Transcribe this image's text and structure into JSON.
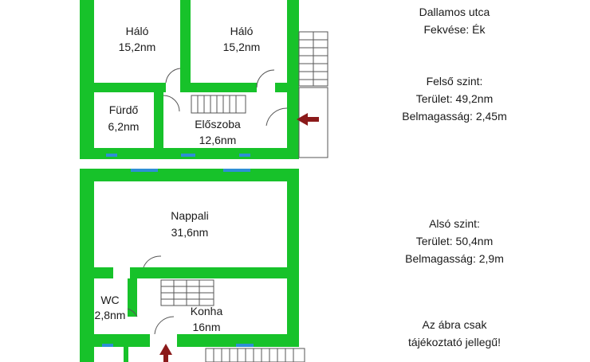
{
  "colors": {
    "wall": "#17c22a",
    "window": "#2e8fd6",
    "arrow": "#8b1a1a",
    "text": "#1a1a1a"
  },
  "upper_floor": {
    "rooms": [
      {
        "name": "Háló",
        "area": "15,2nm"
      },
      {
        "name": "Háló",
        "area": "15,2nm"
      },
      {
        "name": "Fürdő",
        "area": "6,2nm"
      },
      {
        "name": "Előszoba",
        "area": "12,6nm"
      }
    ],
    "entrance_arrow_icon": "arrow-left"
  },
  "lower_floor": {
    "rooms": [
      {
        "name": "Nappali",
        "area": "31,6nm"
      },
      {
        "name": "WC",
        "area": "2,8nm"
      },
      {
        "name": "Konha",
        "area": "16nm"
      }
    ],
    "entrance_arrow_icon": "arrow-up"
  },
  "info": {
    "header_lines": [
      "Dallamos utca",
      "Fekvése: Ék"
    ],
    "upper": {
      "title": "Felső szint:",
      "area": "Terület: 49,2nm",
      "height": "Belmagasság: 2,45m"
    },
    "lower": {
      "title": "Alsó szint:",
      "area": "Terület: 50,4nm",
      "height": "Belmagasság: 2,9m"
    },
    "disclaimer": [
      "Az ábra csak",
      "tájékoztató jellegű!"
    ]
  }
}
